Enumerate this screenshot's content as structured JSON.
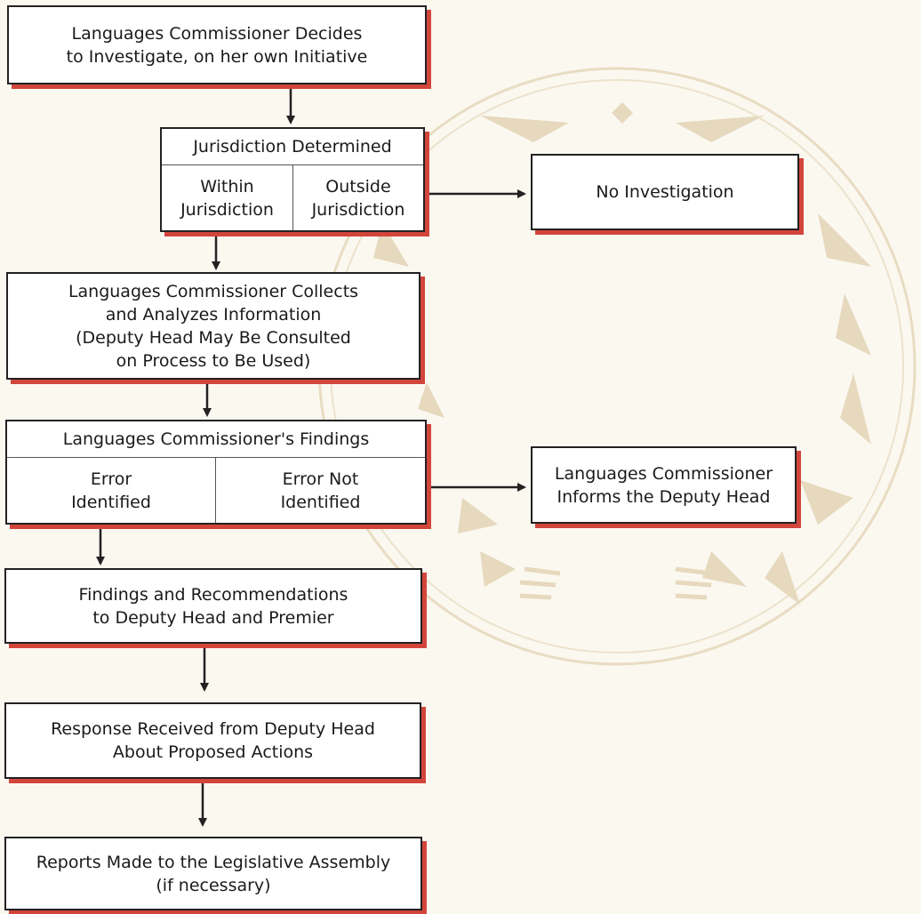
{
  "steps": {
    "initiate": "Languages Commissioner Decides\nto Investigate, on her own Initiative",
    "jurisdiction": {
      "title": "Jurisdiction Determined",
      "within": "Within\nJurisdiction",
      "outside": "Outside\nJurisdiction"
    },
    "no_investigation": "No Investigation",
    "collect": "Languages Commissioner Collects\nand Analyzes Information\n(Deputy Head May Be Consulted\non Process to Be Used)",
    "findings": {
      "title": "Languages Commissioner's Findings",
      "error": "Error\nIdentified",
      "no_error": "Error Not\nIdentified"
    },
    "informs": "Languages Commissioner\nInforms the Deputy Head",
    "recommendations": "Findings and Recommendations\nto Deputy Head and Premier",
    "response": "Response Received from Deputy Head\nAbout Proposed Actions",
    "reports": "Reports Made to the Legislative Assembly\n(if necessary)"
  },
  "colors": {
    "box_shadow": "#d2453b",
    "decoration": "#e6d9bd",
    "background": "#fbf8f0"
  }
}
